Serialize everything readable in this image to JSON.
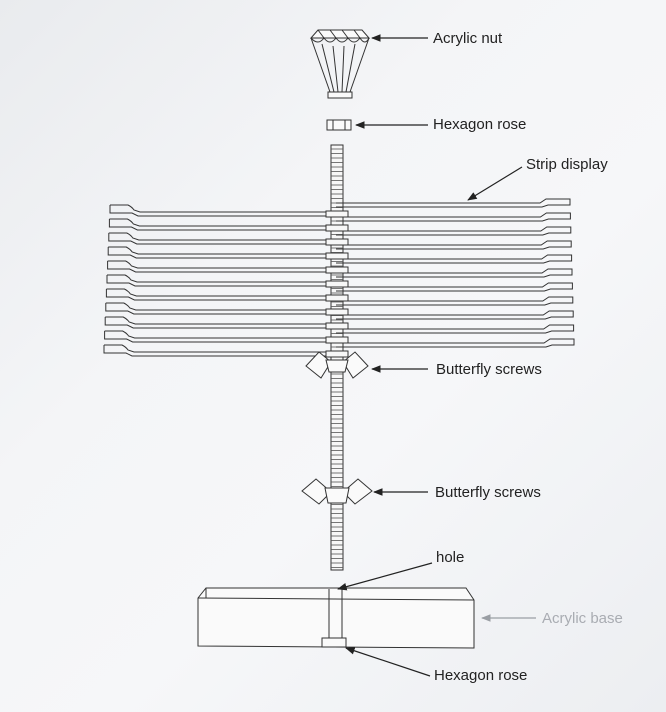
{
  "labels": {
    "acrylic_nut": "Acrylic nut",
    "hexagon_rose_top": "Hexagon rose",
    "strip_display": "Strip display",
    "butterfly_screws_upper": "Butterfly screws",
    "butterfly_screws_lower": "Butterfly screws",
    "hole": "hole",
    "acrylic_base": "Acrylic base",
    "hexagon_rose_bottom": "Hexagon rose"
  },
  "strips": {
    "count": 11
  }
}
